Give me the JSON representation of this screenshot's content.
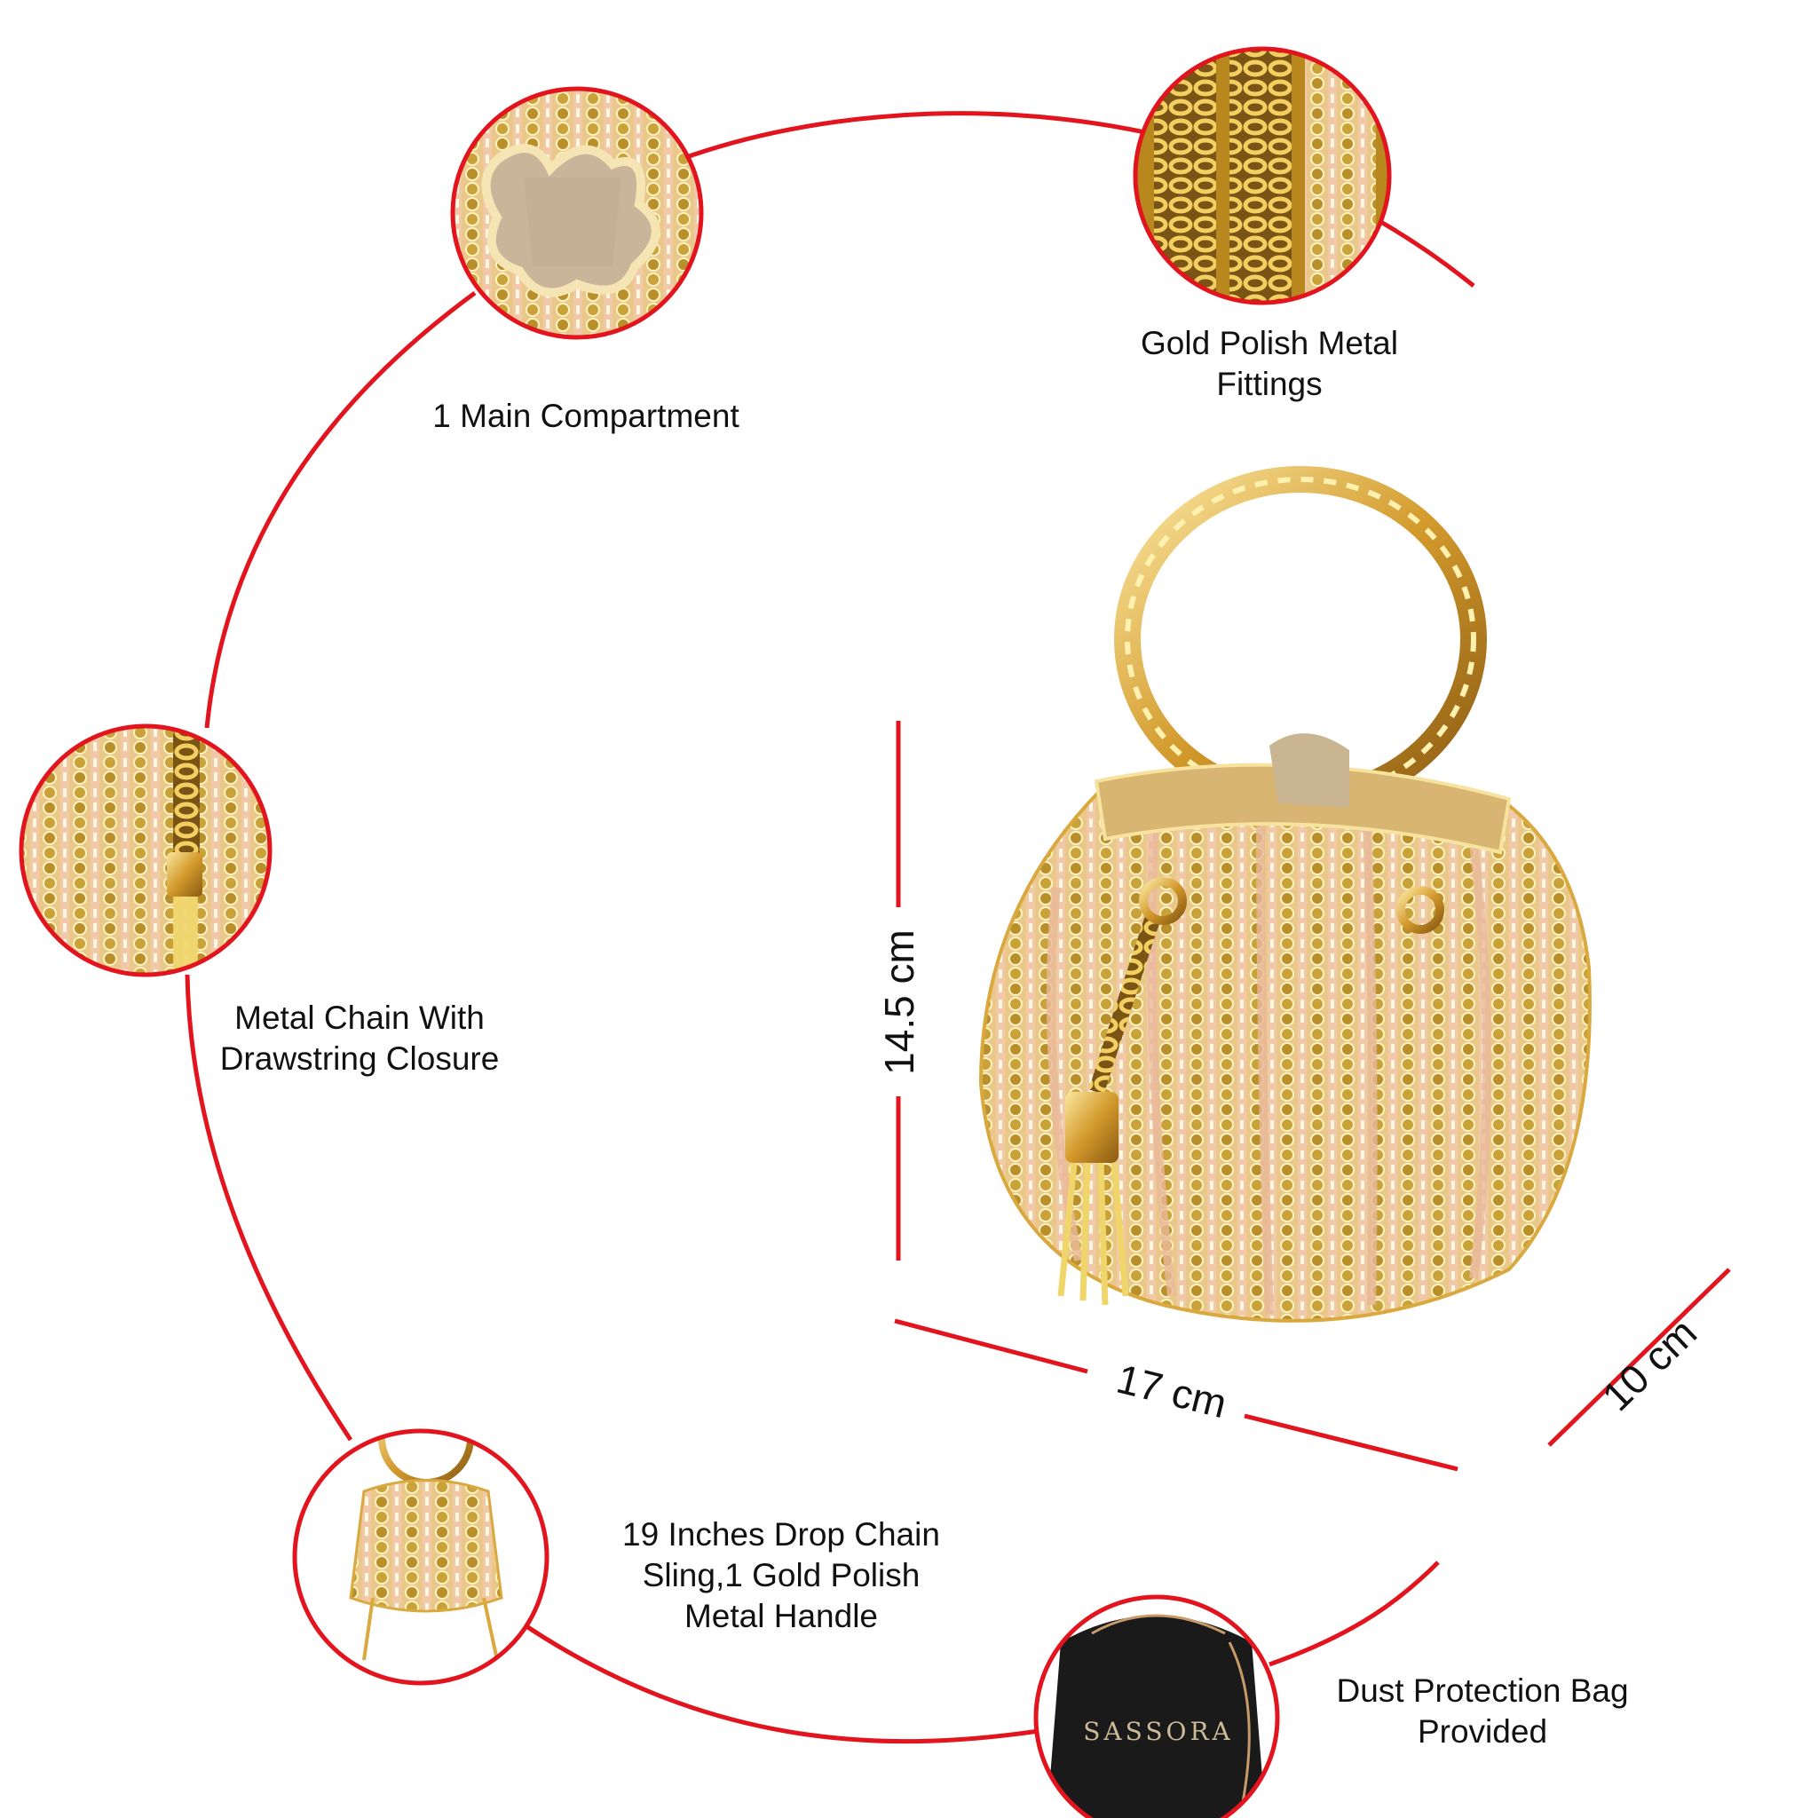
{
  "features": {
    "compartment": [
      "1 Main Compartment"
    ],
    "fittings": [
      "Gold Polish Metal",
      "Fittings"
    ],
    "closure": [
      "Metal Chain With",
      "Drawstring Closure"
    ],
    "sling": [
      "19 Inches Drop Chain",
      "Sling,1 Gold Polish",
      "Metal Handle"
    ],
    "dust_bag": [
      "Dust Protection Bag",
      "Provided"
    ]
  },
  "dimensions": {
    "height": "14.5 cm",
    "width": "17 cm",
    "depth": "10 cm"
  },
  "dust_bag_brand": "SASSORA",
  "colors": {
    "accent_line": "#e2141e",
    "gold": "#d4a437",
    "gold_light": "#f2d37a",
    "gold_dark": "#9a6a16",
    "rose": "#e8b99a",
    "bag_black": "#1a1a1a"
  },
  "icons": [
    "handbag-product-image",
    "detail-thumbnail",
    "dust-bag-image"
  ]
}
